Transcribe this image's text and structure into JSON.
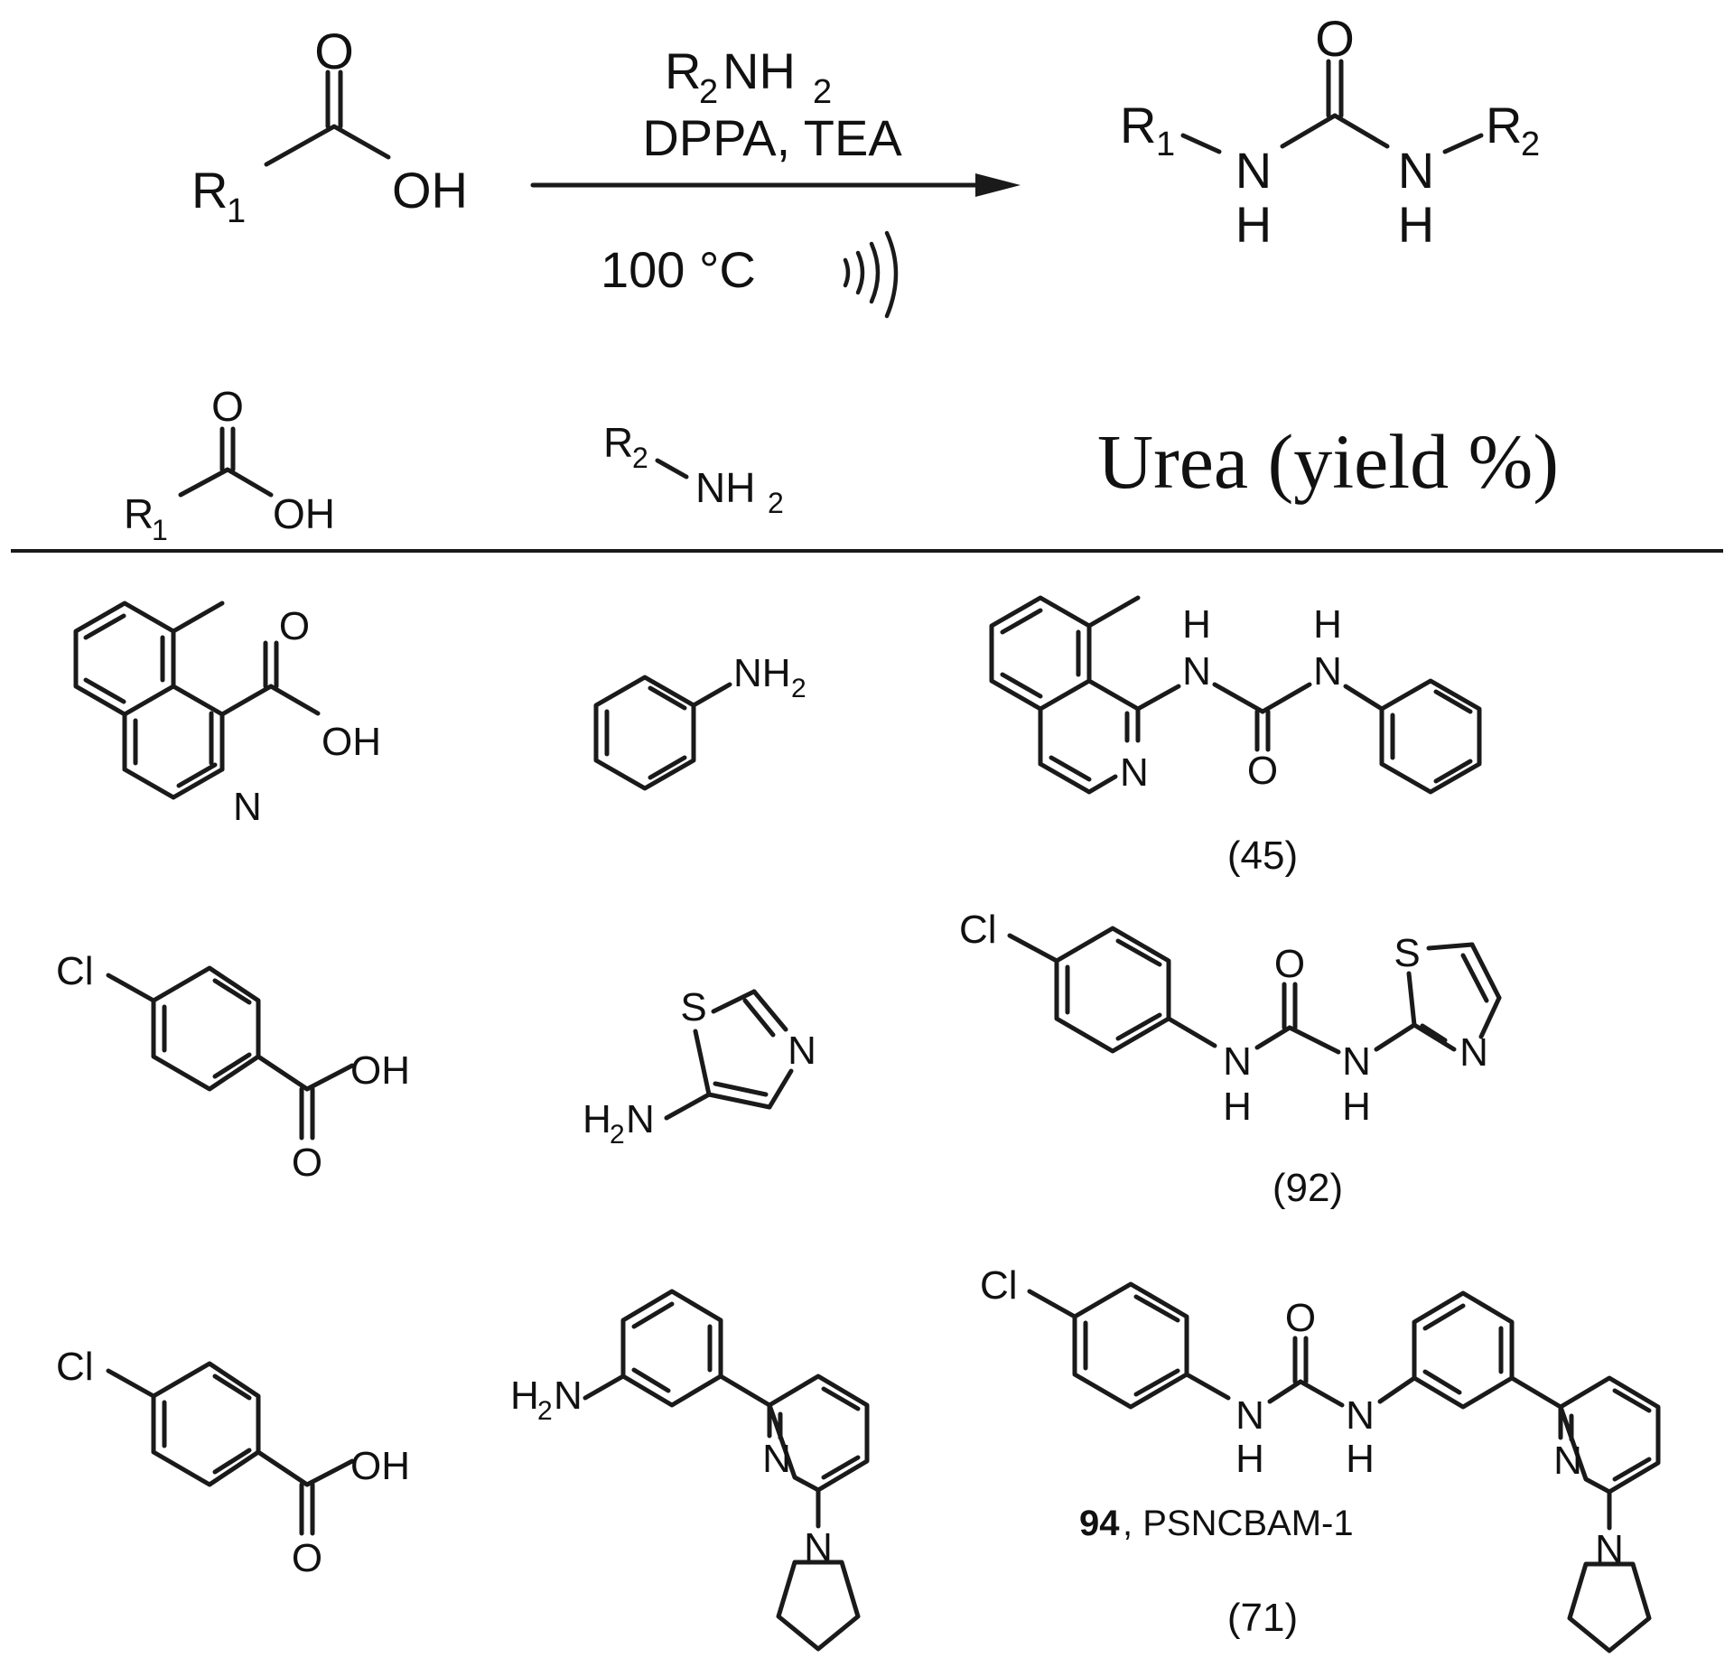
{
  "scheme": {
    "reactant": {
      "R": "R",
      "R_sub": "1",
      "O": "O",
      "OH": "OH"
    },
    "reagents": {
      "amine_prefix": "R",
      "amine_sub": "2",
      "amine_suffix": "NH",
      "amine_sub2": "2",
      "line2": "DPPA,  TEA",
      "conditions": "100 °C"
    },
    "product": {
      "R1": "R",
      "R1_sub": "1",
      "R2": "R",
      "R2_sub": "2",
      "N": "N",
      "H": "H",
      "O": "O"
    }
  },
  "header": {
    "acid": {
      "R": "R",
      "R_sub": "1",
      "O": "O",
      "OH": "OH"
    },
    "amine": {
      "R": "R",
      "R_sub": "2",
      "NH": "NH",
      "NH_sub": "2"
    },
    "urea_label": "Urea (yield %)"
  },
  "rows": [
    {
      "acid_atoms": {
        "N": "N",
        "O": "O",
        "OH": "OH"
      },
      "amine_atoms": {
        "NH": "NH",
        "NH_sub": "2"
      },
      "product_atoms": {
        "N": "N",
        "NH1": "N",
        "H1": "H",
        "NH2": "N",
        "H2": "H",
        "O": "O"
      },
      "yield": "(45)"
    },
    {
      "acid_atoms": {
        "Cl": "Cl",
        "O": "O",
        "OH": "OH"
      },
      "amine_atoms": {
        "S": "S",
        "N": "N",
        "H2N": "H",
        "H2N_sub": "2",
        "H2N_N": "N"
      },
      "product_atoms": {
        "Cl": "Cl",
        "O": "O",
        "N1": "N",
        "H1": "H",
        "N2": "N",
        "H2": "H",
        "S": "S",
        "N": "N"
      },
      "yield": "(92)"
    },
    {
      "acid_atoms": {
        "Cl": "Cl",
        "O": "O",
        "OH": "OH"
      },
      "amine_atoms": {
        "H2N": "H",
        "H2N_sub": "2",
        "H2N_N": "N",
        "Npy": "N",
        "Npyr": "N"
      },
      "product_atoms": {
        "Cl": "Cl",
        "O": "O",
        "N1": "N",
        "H1": "H",
        "N2": "N",
        "H2": "H",
        "Npy": "N",
        "Npyr": "N"
      },
      "compound_number": "94",
      "compound_name": ", PSNCBAM-1",
      "yield": "(71)"
    }
  ]
}
